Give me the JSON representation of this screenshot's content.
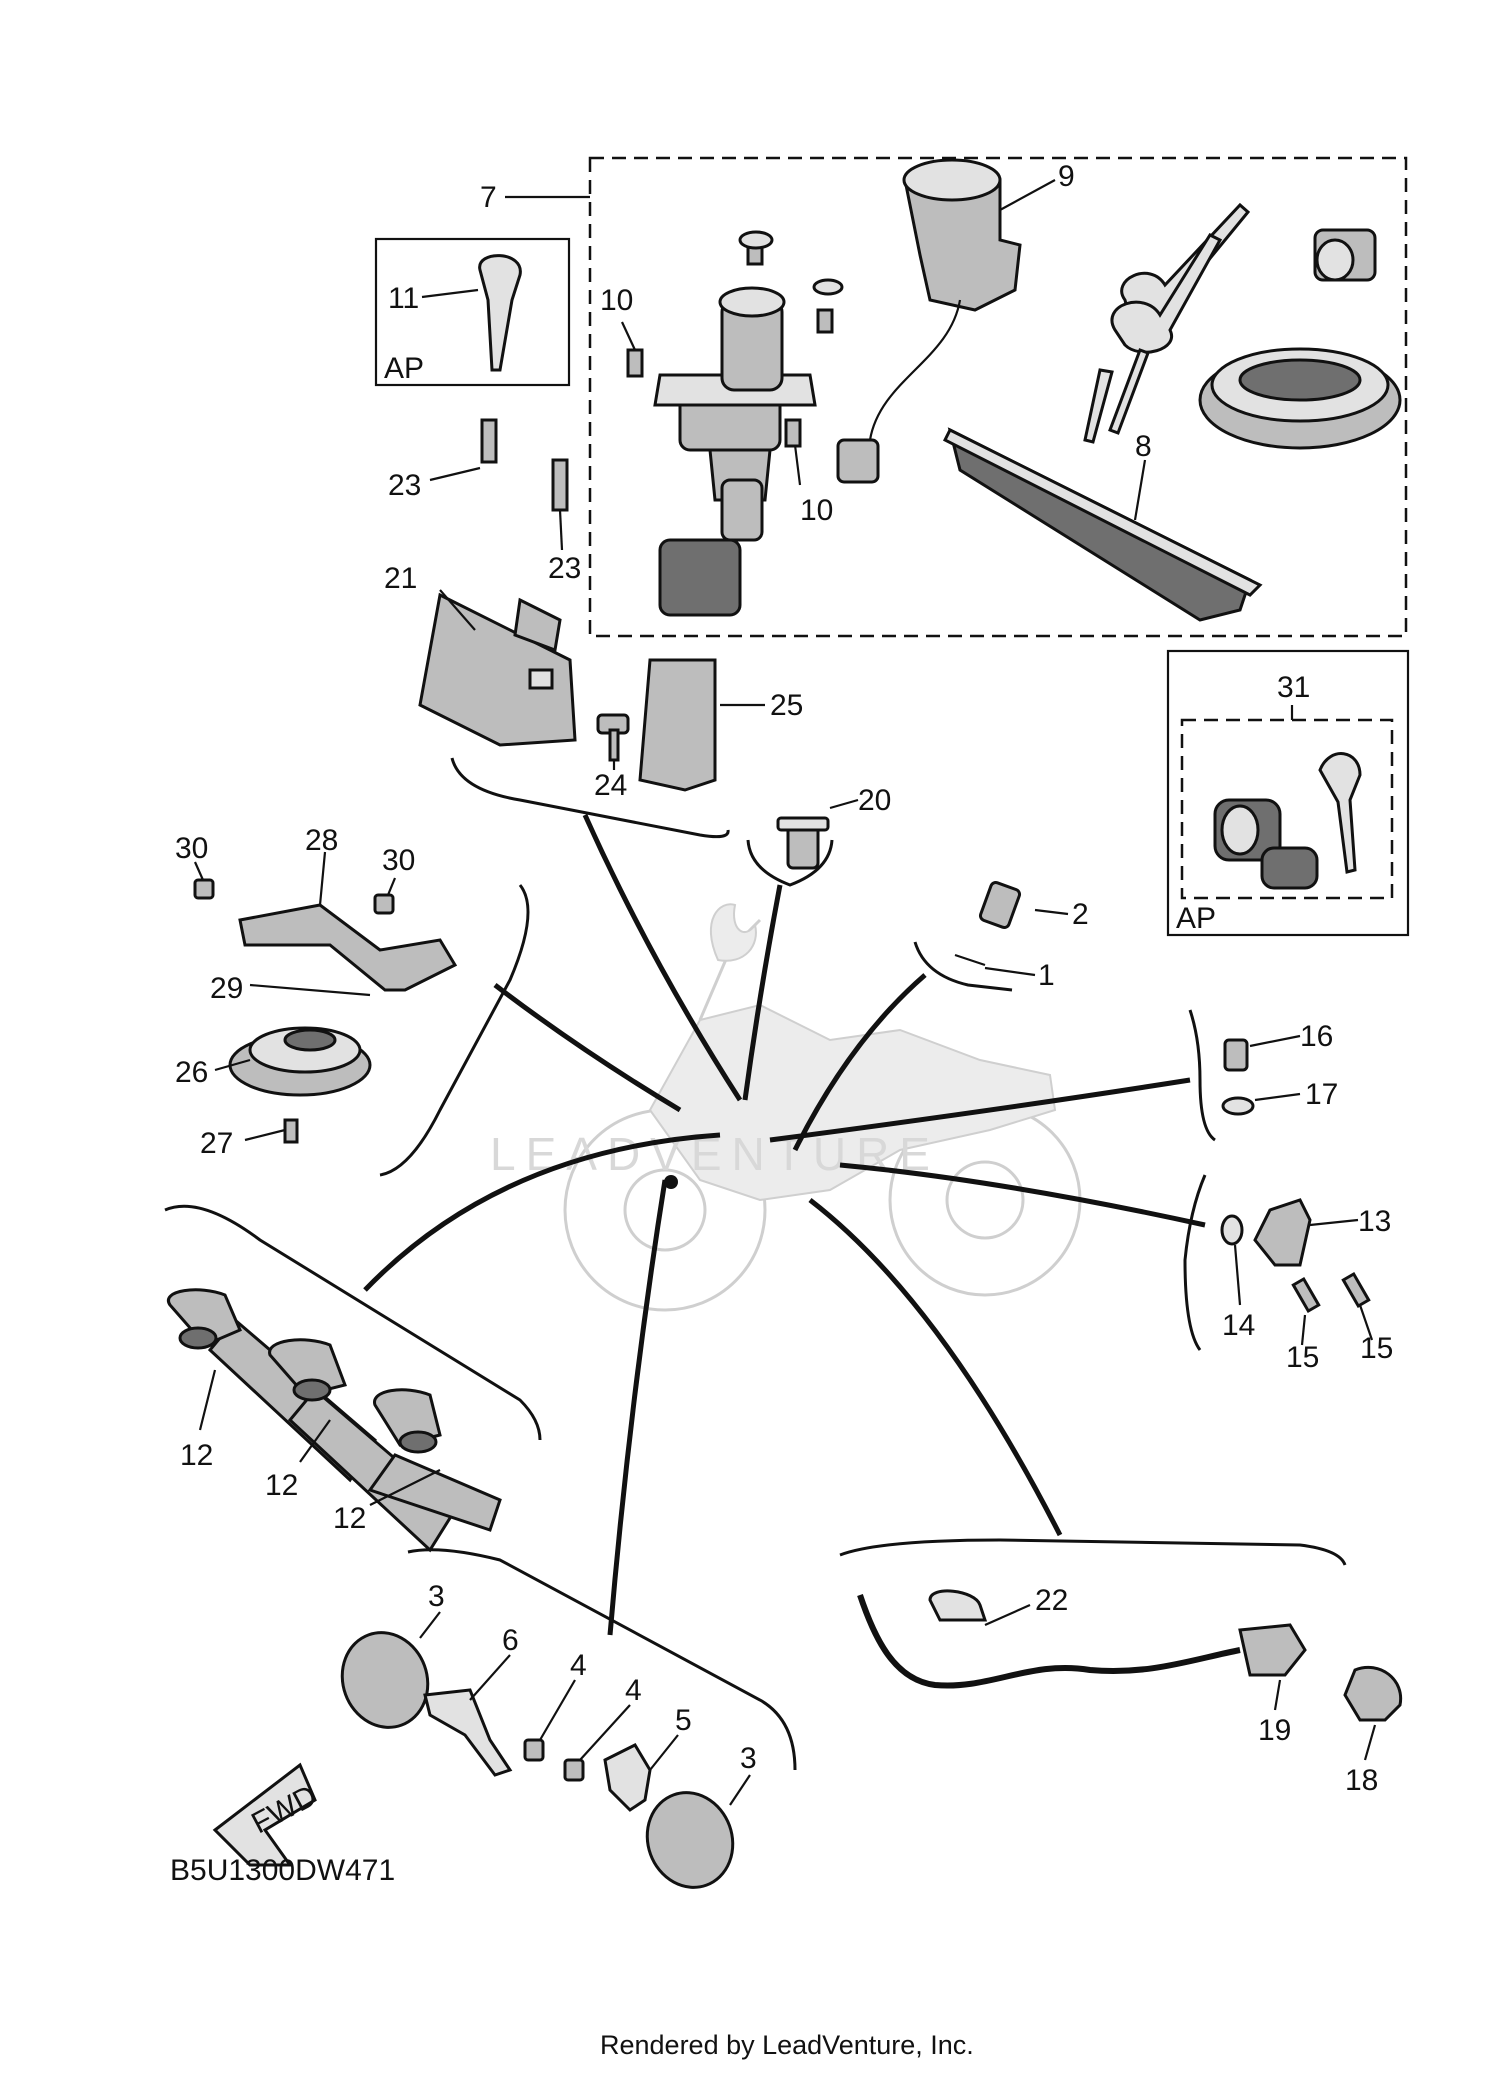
{
  "diagram": {
    "code": "B5U1300DW471",
    "footer": "Rendered by LeadVenture, Inc.",
    "watermark": "LEADVENTURE",
    "ap_label": "AP",
    "fwd_label": "FWD",
    "callouts": {
      "c1": "1",
      "c2": "2",
      "c3a": "3",
      "c3b": "3",
      "c4a": "4",
      "c4b": "4",
      "c5": "5",
      "c6": "6",
      "c7": "7",
      "c8": "8",
      "c9": "9",
      "c10a": "10",
      "c10b": "10",
      "c11": "11",
      "c12a": "12",
      "c12b": "12",
      "c12c": "12",
      "c13": "13",
      "c14": "14",
      "c15a": "15",
      "c15b": "15",
      "c16": "16",
      "c17": "17",
      "c18": "18",
      "c19": "19",
      "c20": "20",
      "c21": "21",
      "c22": "22",
      "c23a": "23",
      "c23b": "23",
      "c24": "24",
      "c25": "25",
      "c26": "26",
      "c27": "27",
      "c28": "28",
      "c29": "29",
      "c30a": "30",
      "c30b": "30",
      "c31": "31"
    }
  }
}
